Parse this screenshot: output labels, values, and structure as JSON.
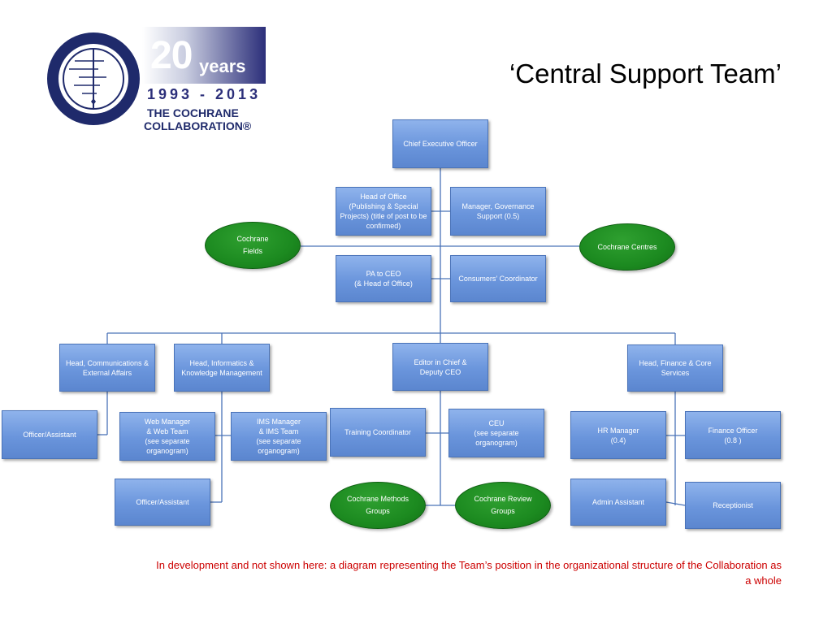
{
  "slide": {
    "title": "‘Central Support Team’",
    "footnote": "In development and not shown here: a diagram representing the Team’s position in the organizational structure of the Collaboration as a whole"
  },
  "logo": {
    "number": "20",
    "years_word": "years",
    "dates": "1993 - 2013",
    "name_line1": "THE COCHRANE",
    "name_line2": "COLLABORATION®",
    "colors": {
      "navy": "#1f2a6b",
      "band": "#2c2f7a"
    }
  },
  "nodes": {
    "ceo": "Chief Executive Officer",
    "head_office": "Head of Office\n(Publishing & Special Projects) (title of post to be confirmed)",
    "manager_governance": "Manager, Governance Support (0.5)",
    "cochrane_fields": "Cochrane\nFields",
    "cochrane_centres": "Cochrane Centres",
    "pa_ceo": "PA to CEO\n(& Head of Office)",
    "consumers_coordinator": "Consumers’ Coordinator",
    "head_comms": "Head, Communications & External Affairs",
    "head_informatics": "Head, Informatics &\nKnowledge Management",
    "editor_in_chief": "Editor in Chief &\nDeputy CEO",
    "head_finance": "Head, Finance & Core Services",
    "officer_assistant_1": "Officer/Assistant",
    "web_manager": "Web Manager\n& Web Team\n(see separate organogram)",
    "ims_manager": "IMS Manager\n& IMS Team\n(see separate organogram)",
    "training_coordinator": "Training Coordinator",
    "ceu": "CEU\n(see separate organogram)",
    "hr_manager": "HR Manager\n(0.4)",
    "finance_officer": "Finance Officer\n(0.8 )",
    "officer_assistant_2": "Officer/Assistant",
    "methods_groups": "Cochrane Methods\nGroups",
    "review_groups": "Cochrane Review\nGroups",
    "admin_assistant": "Admin Assistant",
    "receptionist": "Receptionist"
  },
  "colors": {
    "box_fill": "#6a95dc",
    "box_border": "#4a73b8",
    "oval_fill": "#1c8a20",
    "connector": "#4a73b8",
    "footnote": "#cc0000"
  }
}
